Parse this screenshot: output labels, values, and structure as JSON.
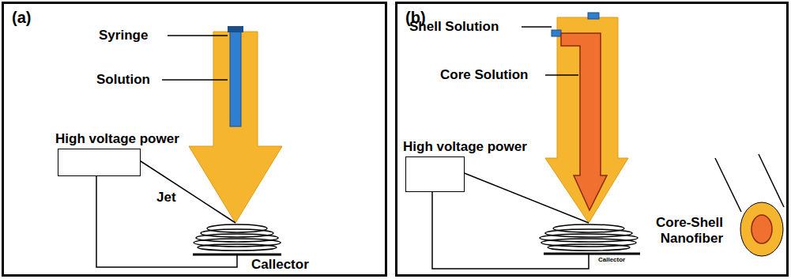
{
  "diagram": {
    "nodes": [
      {
        "text": [
          "(a)"
        ]
      },
      {
        "text": [
          "High voltage power"
        ],
        "in": 0
      },
      {
        "text": [
          "(b)"
        ]
      },
      {
        "text": [
          "High voltage power"
        ],
        "in": 2
      }
    ],
    "labels": [
      "Syringe",
      "Solution",
      "Jet",
      "Callector",
      "Shell Solution",
      "Core Solution",
      "Core-Shell Nanofiber",
      "Callector"
    ]
  }
}
